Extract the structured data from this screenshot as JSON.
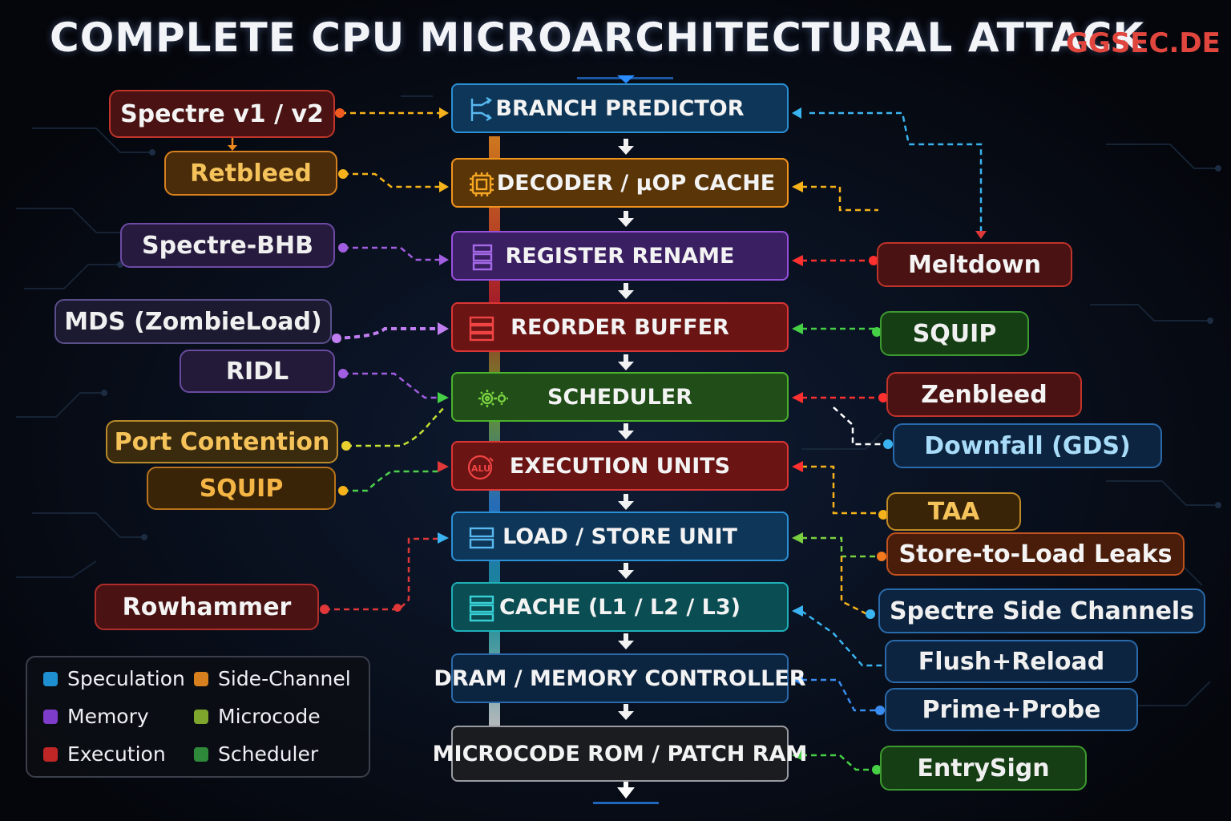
{
  "title": "COMPLETE CPU MICROARCHITECTURAL ATTACK",
  "brand": "GGSEC.DE",
  "stages": [
    {
      "label": "BRANCH PREDICTOR"
    },
    {
      "label": "DECODER / µOP CACHE"
    },
    {
      "label": "REGISTER RENAME"
    },
    {
      "label": "REORDER BUFFER"
    },
    {
      "label": "SCHEDULER"
    },
    {
      "label": "EXECUTION UNITS"
    },
    {
      "label": "LOAD / STORE UNIT"
    },
    {
      "label": "CACHE (L1 / L2 / L3)"
    },
    {
      "label": "DRAM / MEMORY CONTROLLER"
    },
    {
      "label": "MICROCODE ROM / PATCH RAM"
    }
  ],
  "left_attacks": [
    {
      "label": "Spectre v1 / v2"
    },
    {
      "label": "Retbleed"
    },
    {
      "label": "Spectre-BHB"
    },
    {
      "label": "MDS (ZombieLoad)"
    },
    {
      "label": "RIDL"
    },
    {
      "label": "Port Contention"
    },
    {
      "label": "SQUIP"
    },
    {
      "label": "Rowhammer"
    }
  ],
  "right_attacks": [
    {
      "label": "Meltdown"
    },
    {
      "label": "SQUIP"
    },
    {
      "label": "Zenbleed"
    },
    {
      "label": "Downfall (GDS)"
    },
    {
      "label": "TAA"
    },
    {
      "label": "Store-to-Load Leaks"
    },
    {
      "label": "Spectre Side Channels"
    },
    {
      "label": "Flush+Reload"
    },
    {
      "label": "Prime+Probe"
    },
    {
      "label": "EntrySign"
    }
  ],
  "legend": [
    {
      "label": "Speculation",
      "color": "#1e8fd0"
    },
    {
      "label": "Side-Channel",
      "color": "#d9801e"
    },
    {
      "label": "Memory",
      "color": "#7d3cc9"
    },
    {
      "label": "Microcode",
      "color": "#7fa62c"
    },
    {
      "label": "Execution",
      "color": "#c02626"
    },
    {
      "label": "Scheduler",
      "color": "#2e8a3a"
    }
  ]
}
